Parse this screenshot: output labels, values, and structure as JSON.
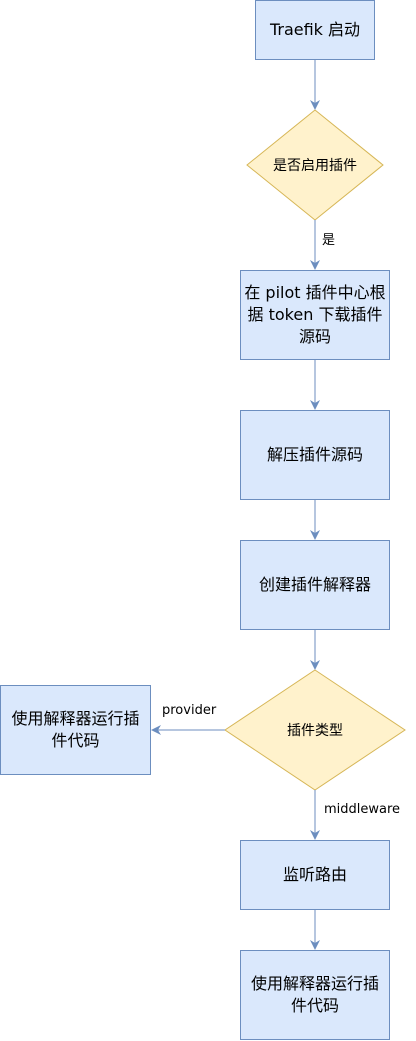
{
  "nodes": {
    "start": "Traefik 启动",
    "check_enabled": "是否启用插件",
    "download": "在 pilot 插件中心根据 token 下载插件源码",
    "unzip": "解压插件源码",
    "create_interpreter": "创建插件解释器",
    "plugin_type": "插件类型",
    "run_provider": "使用解释器运行插件代码",
    "listen_route": "监听路由",
    "run_middleware": "使用解释器运行插件代码"
  },
  "edges": {
    "yes": "是",
    "provider": "provider",
    "middleware": "middleware"
  },
  "colors": {
    "process_fill": "#dae8fc",
    "process_stroke": "#6c8ebf",
    "decision_fill": "#fff2cc",
    "decision_stroke": "#d6b656",
    "edge": "#6c8ebf"
  }
}
